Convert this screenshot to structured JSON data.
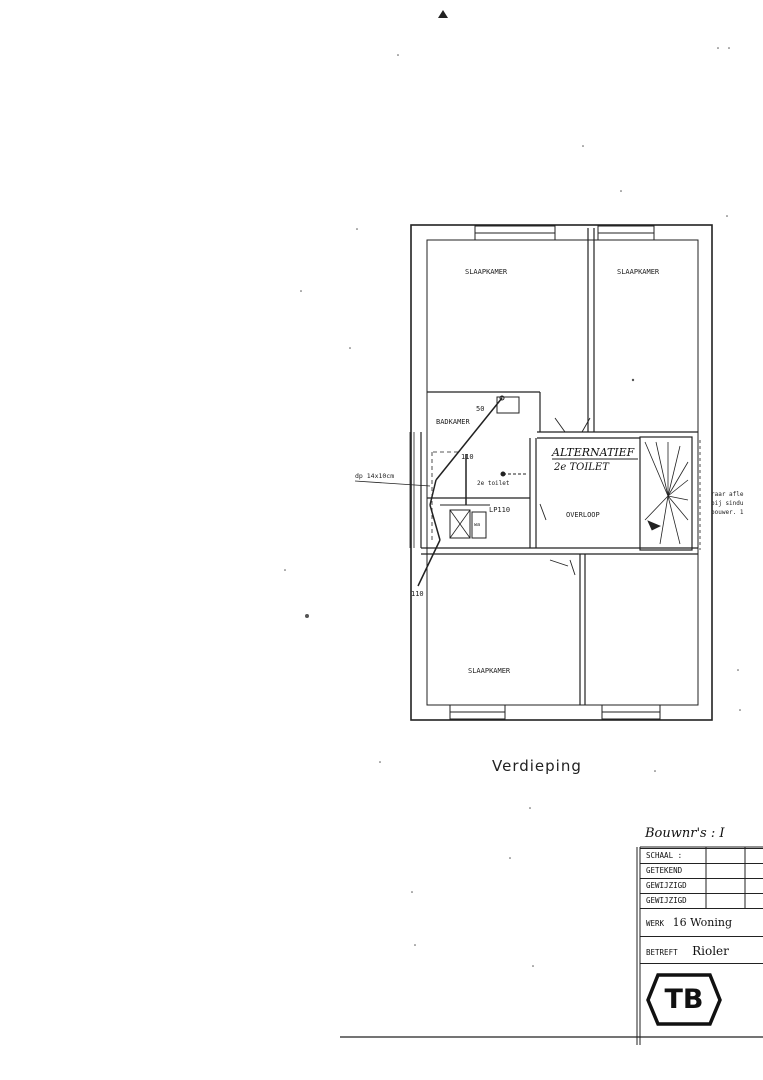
{
  "drawing": {
    "rooms": {
      "bedroom_top_left": "SLAAPKAMER",
      "bedroom_top_right": "SLAAPKAMER",
      "bathroom": "BADKAMER",
      "landing": "OVERLOOP",
      "bedroom_bottom": "SLAAPKAMER"
    },
    "annotations": {
      "alternative": "ALTERNATIEF",
      "second_toilet": "2e TOILET",
      "toilet_small": "2e toilet",
      "pipe_50": "50",
      "pipe_110_a": "110",
      "pipe_110_b": "110",
      "lp110": "LP110",
      "wa": "wa",
      "dp": "dp 14x10cm",
      "right_note_1": "raar afle",
      "right_note_2": "bij sindu",
      "right_note_3": "bouwer. 1"
    },
    "caption": "Verdieping"
  },
  "title_block": {
    "header": "Bouwnr's : I",
    "rows": {
      "schaal": "SCHAAL :",
      "getekend": "GETEKEND",
      "gewijzigd_1": "GEWIJZIGD",
      "gewijzigd_2": "GEWIJZIGD",
      "werk_label": "WERK",
      "werk_value": "16 Woning",
      "betreft_label": "BETREFT",
      "betreft_value": "Rioler"
    },
    "logo_text": "TB"
  }
}
